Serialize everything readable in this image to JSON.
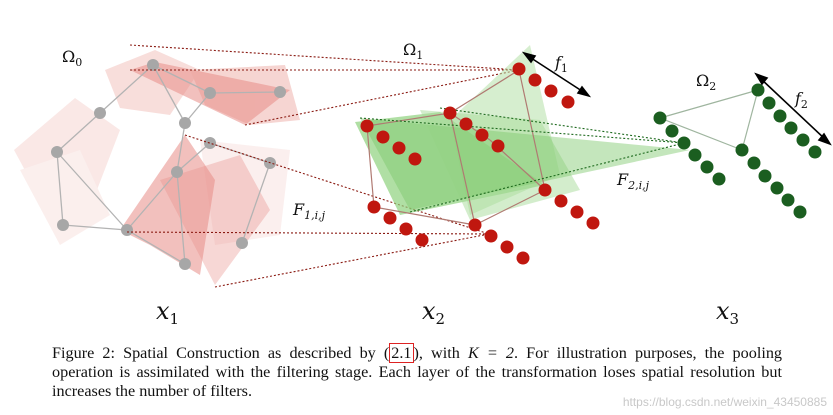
{
  "labels": {
    "omega0": "Ω",
    "omega0_sub": "0",
    "omega1": "Ω",
    "omega1_sub": "1",
    "omega2": "Ω",
    "omega2_sub": "2",
    "f1": "f",
    "f1_sub": "1",
    "f2": "f",
    "f2_sub": "2",
    "F1ij": "F",
    "F1ij_sub": "1,i,j",
    "F2ij": "F",
    "F2ij_sub": "2,i,j",
    "x1": "x",
    "x1_sub": "1",
    "x2": "x",
    "x2_sub": "2",
    "x3": "x",
    "x3_sub": "3"
  },
  "caption": {
    "prefix": "Figure 2: Spatial Construction as described by (",
    "ref": "2.1",
    "mid": "), with ",
    "math": "K = 2",
    "rest": ". For illustration purposes, the pooling operation is assimilated with the filtering stage. Each layer of the transformation loses spatial resolution but increases the number of filters."
  },
  "watermark": "https://blog.csdn.net/weixin_43450885",
  "colors": {
    "node_gray": "#a7a7a7",
    "node_red": "#c0170f",
    "node_green": "#1b5e20",
    "region_red": "#e88d87",
    "region_green": "#8fd17d",
    "edge_gray": "#b3b3b3",
    "edge_red": "#b07a72"
  }
}
